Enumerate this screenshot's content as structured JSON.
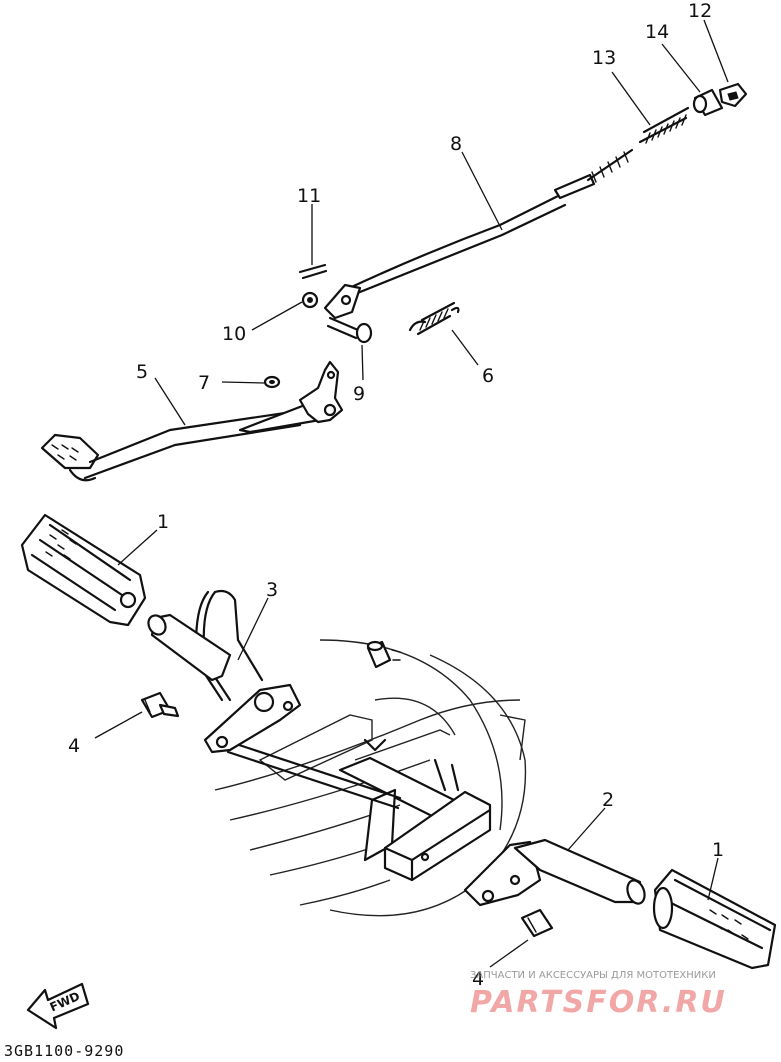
{
  "callouts": {
    "c1a": "1",
    "c1b": "1",
    "c2": "2",
    "c3": "3",
    "c4a": "4",
    "c4b": "4",
    "c5": "5",
    "c6": "6",
    "c7": "7",
    "c8": "8",
    "c9": "9",
    "c10": "10",
    "c11": "11",
    "c12": "12",
    "c13": "13",
    "c14": "14"
  },
  "fwd_label": "FWD",
  "diagram_code": "3GB1100-9290",
  "watermark": {
    "tagline": "ЗАПЧАСТИ И АКСЕССУАРЫ ДЛЯ МОТОТЕХНИКИ",
    "brand": "PARTSFOR.RU"
  }
}
